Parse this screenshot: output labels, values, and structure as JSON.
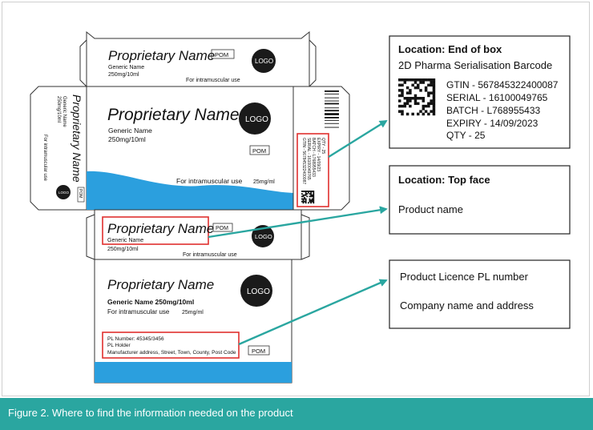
{
  "caption": "Figure 2. Where to find the information needed on the product",
  "box": {
    "top_flap": {
      "proprietary_name": "Proprietary Name",
      "pom": "POM",
      "logo": "LOGO",
      "generic_name": "Generic Name",
      "strength": "250mg/10ml",
      "route": "For intramuscular use"
    },
    "front_face": {
      "proprietary_name": "Proprietary Name",
      "logo": "LOGO",
      "generic_name": "Generic Name",
      "strength": "250mg/10ml",
      "pom": "POM",
      "route": "For intramuscular use",
      "volume": "25mg/ml"
    },
    "left_side": {
      "proprietary_name": "Proprietary Name",
      "generic_name": "Generic Name",
      "strength": "250mg/10ml",
      "route": "For intramuscular use",
      "logo": "LOGO",
      "pom": "POM"
    },
    "right_side": {
      "gtin": "GTIN - 567845322400087",
      "serial": "SERIAL - 16100049765",
      "batch": "BATCH - L768955433",
      "expiry": "EXPIRY - 14/09/23",
      "qty": "QTY - 25"
    },
    "top_face": {
      "proprietary_name": "Proprietary Name",
      "pom": "POM",
      "logo": "LOGO",
      "generic_name": "Generic Name",
      "strength": "250mg/10ml",
      "route": "For intramuscular use"
    },
    "back_face": {
      "proprietary_name": "Proprietary Name",
      "logo": "LOGO",
      "generic_line": "Generic Name  250mg/10ml",
      "route": "For intramuscular use",
      "volume": "25mg/ml",
      "pl_number": "PL Number: 45345/3456",
      "pl_holder": "PL Holder",
      "address": "Manufacturer address, Street, Town, County, Post Code",
      "pom": "POM"
    }
  },
  "callouts": {
    "end_of_box": {
      "title": "Location: End of box",
      "subtitle": "2D Pharma Serialisation Barcode",
      "lines": [
        "GTIN - 567845322400087",
        "SERIAL - 16100049765",
        "BATCH - L768955433",
        "EXPIRY - 14/09/2023",
        "QTY - 25"
      ]
    },
    "top_face": {
      "title": "Location: Top face",
      "text": "Product name"
    },
    "licence": {
      "line1": "Product Licence PL number",
      "line2": "Company name and address"
    }
  },
  "colors": {
    "teal": "#2aa6a0",
    "blue_wave": "#2b9fde",
    "highlight_red": "#e0302e",
    "logo_dark": "#1a1a1a"
  }
}
